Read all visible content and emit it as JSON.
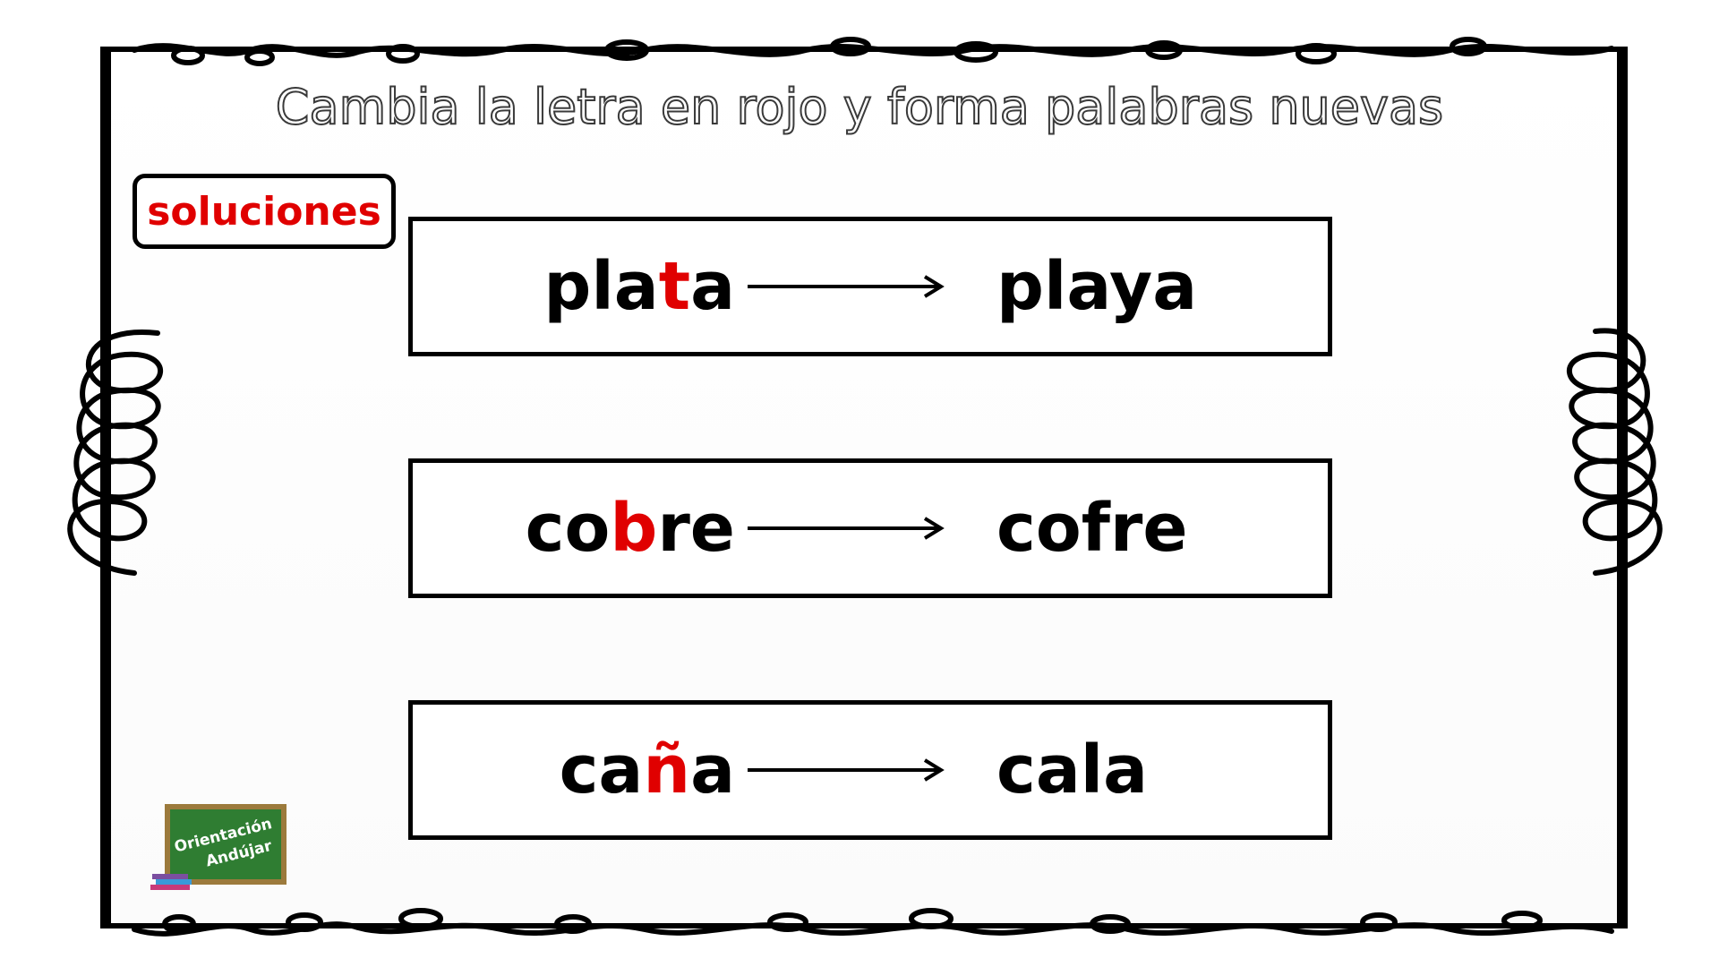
{
  "title": "Cambia la letra en rojo y forma palabras nuevas",
  "badge": "soluciones",
  "items": [
    {
      "before": "pla",
      "changed": "t",
      "after": "a",
      "result": "playa"
    },
    {
      "before": "co",
      "changed": "b",
      "after": "re",
      "result": "cofre"
    },
    {
      "before": "ca",
      "changed": "ñ",
      "after": "a",
      "result": "cala"
    }
  ],
  "logo": {
    "line1": "Orientación",
    "line2": "Andújar"
  },
  "colors": {
    "highlight": "#e00000",
    "border": "#000000",
    "chalkboard": "#2f7d32",
    "chalkboard_frame": "#9c7a3c"
  }
}
